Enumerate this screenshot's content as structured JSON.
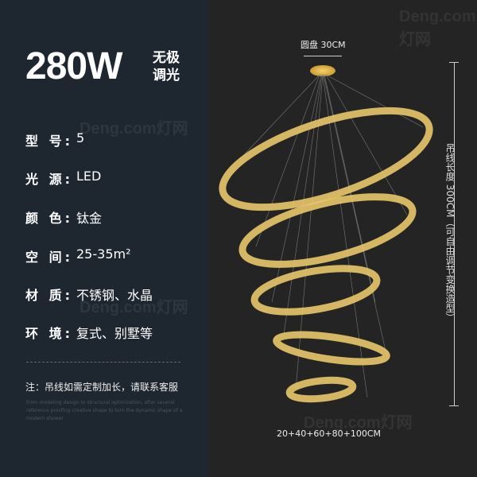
{
  "headline": {
    "power": "280W",
    "sub": "无极调光"
  },
  "specs": [
    {
      "key": "型 号:",
      "value": "5"
    },
    {
      "key": "光 源:",
      "value": "LED"
    },
    {
      "key": "颜 色:",
      "value": "钛金"
    },
    {
      "key": "空 间:",
      "value": "25-35m²"
    },
    {
      "key": "材 质:",
      "value": "不锈钢、水晶"
    },
    {
      "key": "环 境:",
      "value": "复式、别墅等"
    }
  ],
  "note": "注：吊线如需定制加长，请联系客服",
  "note_en": "From modeling design to structural optimization, after several reference proofing creative shape to turn the dynamic shape of a modern shower",
  "watermark": "Deng.com灯网",
  "product": {
    "canopy_label": "圆盘 30CM",
    "cable_label": "吊线长度 300CM（可自由调节变换造型）",
    "sizes_label": "20+40+60+80+100CM"
  }
}
